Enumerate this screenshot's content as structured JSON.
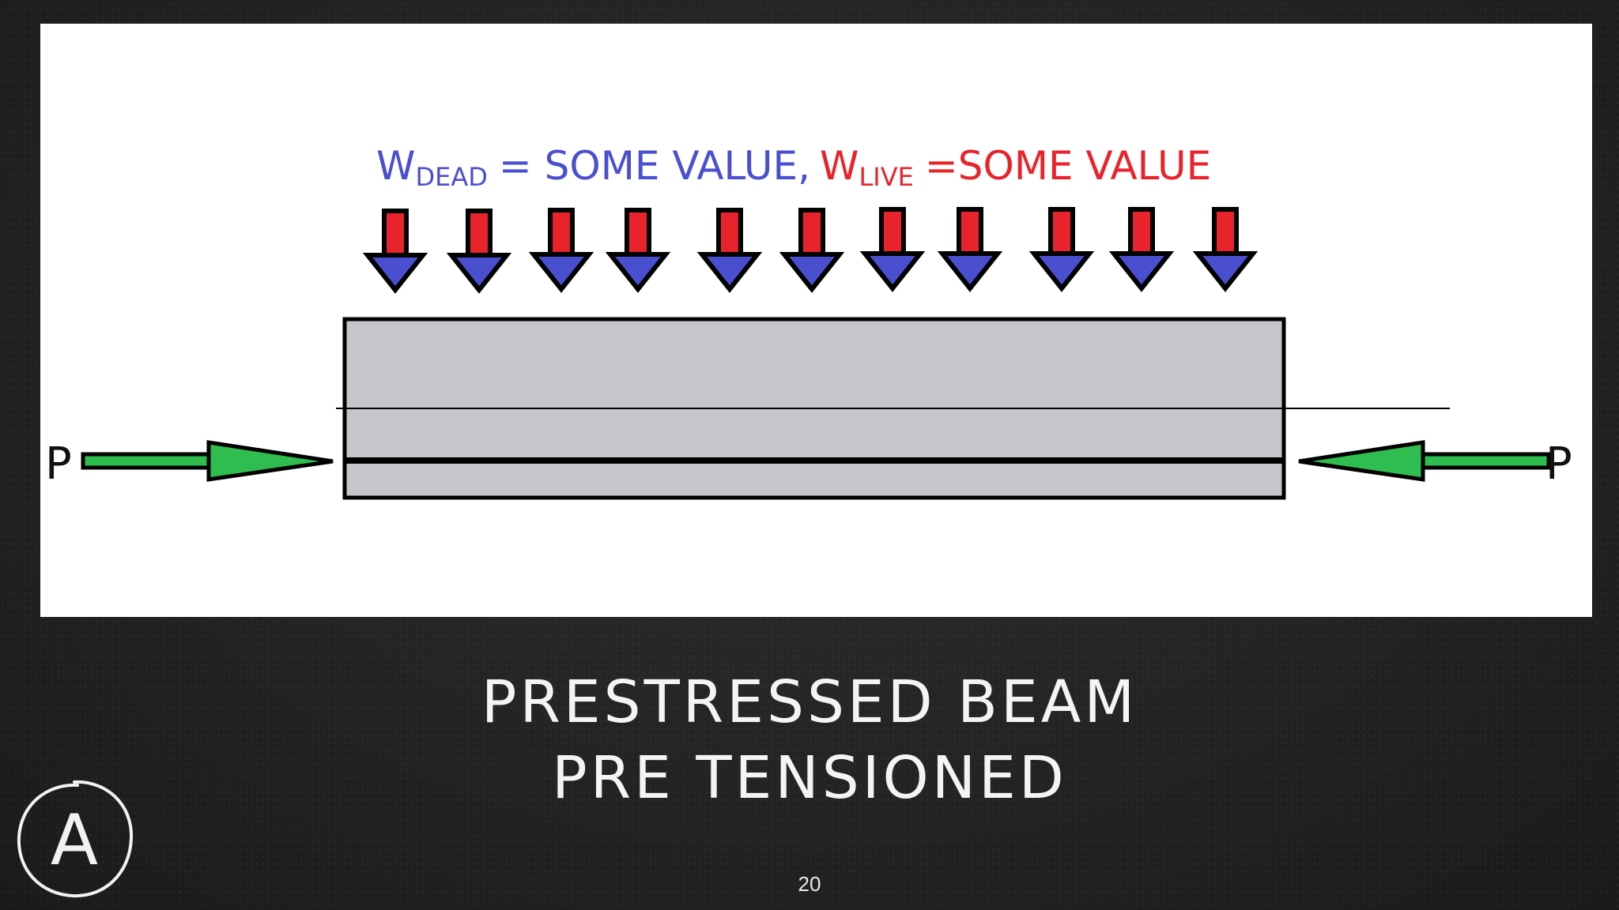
{
  "diagram": {
    "load_label": {
      "w_dead_symbol": "W",
      "w_dead_sub": "DEAD",
      "w_dead_value": "= SOME VALUE,",
      "w_live_symbol": "W",
      "w_live_sub": "LIVE",
      "w_live_value": "=SOME VALUE"
    },
    "load_arrow_count": 11,
    "prestress_left_label": "P",
    "prestress_right_label": "P"
  },
  "slide": {
    "title_line_1": "PRESTRESSED BEAM",
    "title_line_2": "PRE TENSIONED",
    "page_number": "20",
    "logo_letter": "A"
  },
  "colors": {
    "dead_load": "#4a4fd0",
    "live_load": "#e8232b",
    "prestress_arrow": "#2ebd4e",
    "beam_fill": "#c6c5c9",
    "arrow_shaft": "#e8232b",
    "arrow_head": "#4a4fd0"
  }
}
